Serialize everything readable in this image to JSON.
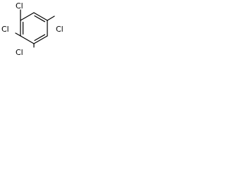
{
  "molecule": {
    "substituents": {
      "cl_top": "Cl",
      "cl_left_top": "Cl",
      "cl_left_bottom": "Cl",
      "cl_right": "Cl"
    },
    "colors": {
      "bond": "#000000",
      "label": "#000000",
      "background": "#ffffff"
    }
  }
}
